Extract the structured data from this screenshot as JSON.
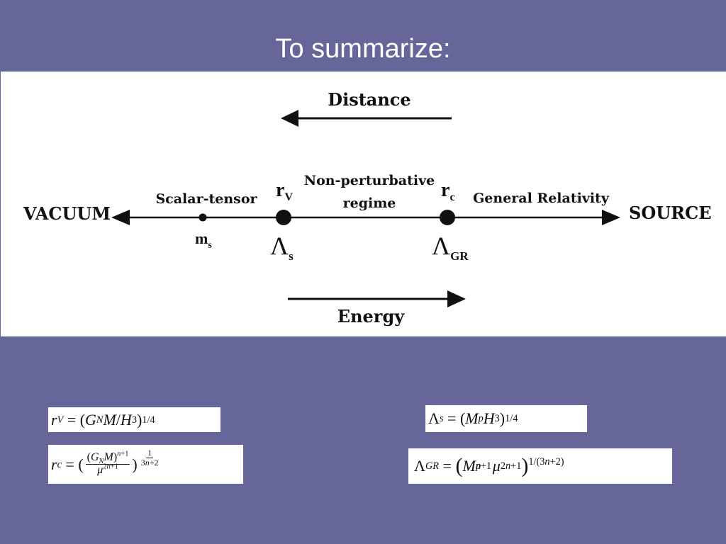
{
  "slide": {
    "title": "To summarize:",
    "background_color": "#66669a"
  },
  "diagram": {
    "distance_label": "Distance",
    "energy_label": "Energy",
    "vacuum_label": "VACUUM",
    "source_label": "SOURCE",
    "scalar_tensor_label": "Scalar-tensor",
    "non_perturbative_line1": "Non-perturbative",
    "non_perturbative_line2": "regime",
    "general_relativity_label": "General Relativity",
    "ms": {
      "base": "m",
      "sub": "s"
    },
    "rv": {
      "base": "r",
      "sub": "V"
    },
    "rc": {
      "base": "r",
      "sub": "c"
    },
    "lambda_s": {
      "base": "Λ",
      "sub": "s"
    },
    "lambda_gr": {
      "base": "Λ",
      "sub": "GR"
    }
  },
  "formulas": {
    "rv": "r_V = (G_N M/H^3)^{1/4}",
    "rc": "r_c = ((G_N M)^{n+1} / μ^{2n+1})^{1/(3n+2)}",
    "lambda_s": "Λ_s = (M_p H^3)^{1/4}",
    "lambda_gr": "Λ_GR = (M_p^{n+1} μ^{2n+1})^{1/(3n+2)}"
  }
}
